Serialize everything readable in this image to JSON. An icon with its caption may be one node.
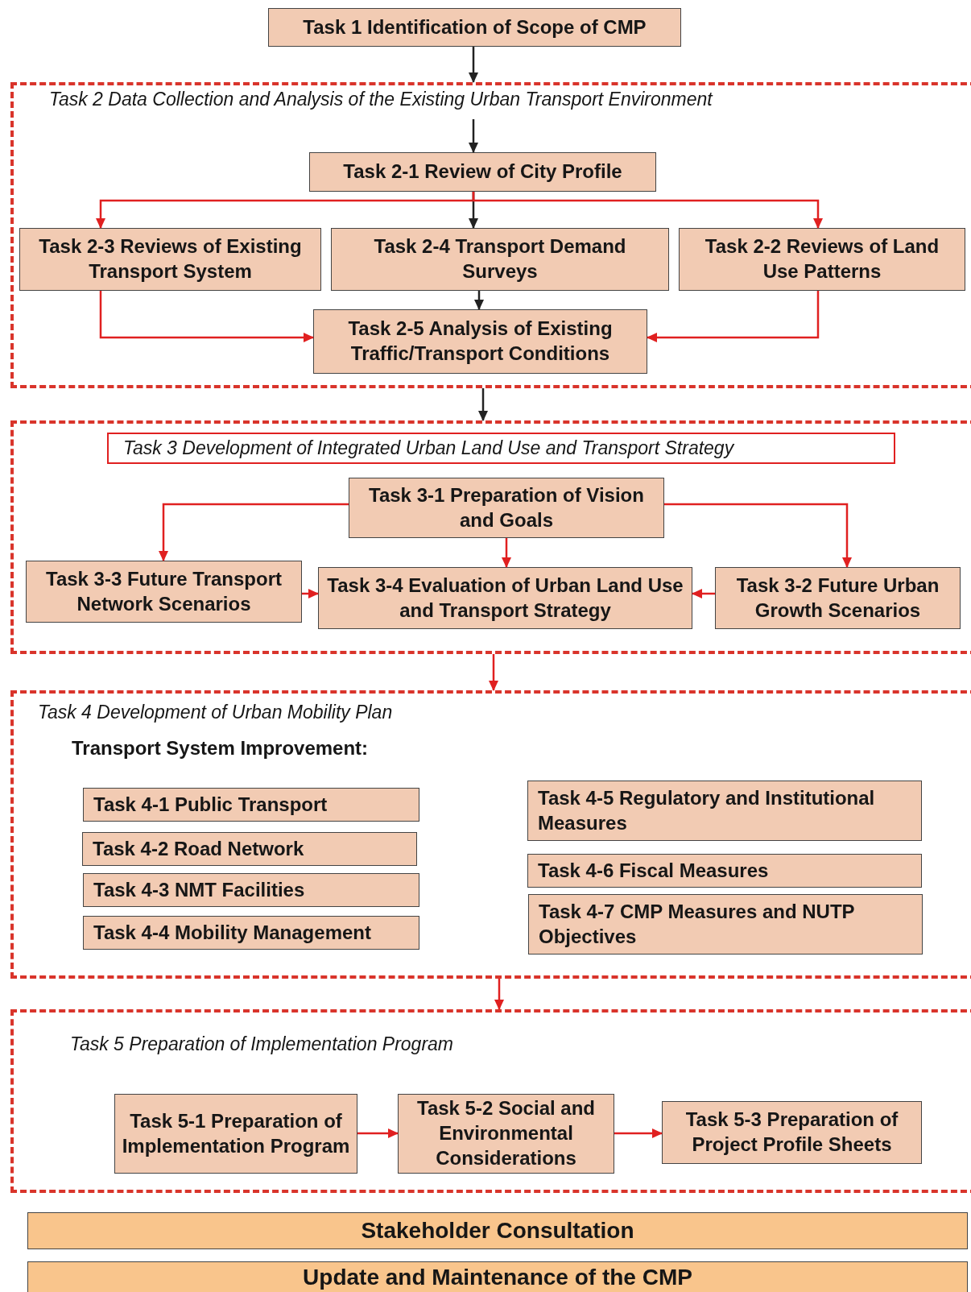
{
  "diagram": {
    "nodes": [
      {
        "text": [
          "Task 1 Identification of Scope of CMP"
        ]
      },
      {
        "text": [
          "Task 2 Data Collection and Analysis of the Existing Urban Transport Environment"
        ]
      },
      {
        "text": [
          "Task 2-1 Review of City Profile"
        ],
        "in": 1
      },
      {
        "text": [
          "Task 2-3 Reviews of Existing Transport System"
        ],
        "in": 1
      },
      {
        "text": [
          "Task 2-4 Transport Demand Surveys"
        ],
        "in": 1
      },
      {
        "text": [
          "Task 2-2 Reviews of Land Use Patterns"
        ],
        "in": 1
      },
      {
        "text": [
          "Task 2-5 Analysis of Existing Traffic/Transport Conditions"
        ],
        "in": 1
      },
      {
        "text": [
          "Task 3 Development of Integrated Urban Land Use and Transport Strategy"
        ]
      },
      {
        "text": [
          "Task 3-1 Preparation of Vision and Goals"
        ],
        "in": 7
      },
      {
        "text": [
          "Task 3-3 Future Transport Network Scenarios"
        ],
        "in": 7
      },
      {
        "text": [
          "Task 3-4 Evaluation of Urban Land Use and Transport Strategy"
        ],
        "in": 7
      },
      {
        "text": [
          "Task 3-2 Future Urban Growth Scenarios"
        ],
        "in": 7
      },
      {
        "text": [
          "Task 4 Development of Urban Mobility Plan",
          "Transport System Improvement:"
        ]
      },
      {
        "text": [
          "Task 4-1 Public Transport"
        ],
        "in": 12
      },
      {
        "text": [
          "Task 4-2 Road Network"
        ],
        "in": 12
      },
      {
        "text": [
          "Task 4-3 NMT Facilities"
        ],
        "in": 12
      },
      {
        "text": [
          "Task 4-4 Mobility Management"
        ],
        "in": 12
      },
      {
        "text": [
          "Task 4-5 Regulatory and Institutional Measures"
        ],
        "in": 12
      },
      {
        "text": [
          "Task 4-6 Fiscal Measures"
        ],
        "in": 12
      },
      {
        "text": [
          "Task 4-7 CMP Measures and NUTP Objectives"
        ],
        "in": 12
      },
      {
        "text": [
          "Task 5 Preparation of Implementation Program"
        ]
      },
      {
        "text": [
          "Task 5-1 Preparation of Implementation Program"
        ],
        "in": 20
      },
      {
        "text": [
          "Task 5-2 Social and Environmental Considerations"
        ],
        "in": 20
      },
      {
        "text": [
          "Task 5-3 Preparation of Project Profile Sheets"
        ],
        "in": 20
      },
      {
        "text": [
          "Stakeholder Consultation"
        ]
      },
      {
        "text": [
          "Update and Maintenance of the CMP"
        ]
      }
    ],
    "edges": [
      {
        "from": 0,
        "to": 1,
        "arrow": "to",
        "color": "#222222"
      },
      {
        "from": null,
        "to": 2,
        "arrow": "to",
        "color": "#222222"
      },
      {
        "from": 2,
        "to": 3,
        "arrow": "to"
      },
      {
        "from": 2,
        "to": 4,
        "arrow": "to",
        "color": "#222222"
      },
      {
        "from": 2,
        "to": 5,
        "arrow": "to"
      },
      {
        "from": 4,
        "to": 6,
        "arrow": "to",
        "color": "#222222"
      },
      {
        "from": 3,
        "to": 6,
        "arrow": "to"
      },
      {
        "from": 5,
        "to": 6,
        "arrow": "to"
      },
      {
        "from": 1,
        "to": 7,
        "arrow": "to",
        "color": "#222222"
      },
      {
        "from": 8,
        "to": 9,
        "arrow": "to"
      },
      {
        "from": 8,
        "to": 10,
        "arrow": "to"
      },
      {
        "from": 8,
        "to": 11,
        "arrow": "to"
      },
      {
        "from": 9,
        "to": 10,
        "arrow": "to"
      },
      {
        "from": 11,
        "to": 10,
        "arrow": "to"
      },
      {
        "from": 7,
        "to": 12,
        "arrow": "to"
      },
      {
        "from": 12,
        "to": 20,
        "arrow": "to"
      },
      {
        "from": 21,
        "to": 22,
        "arrow": "to"
      },
      {
        "from": 22,
        "to": 23,
        "arrow": "to"
      }
    ]
  }
}
